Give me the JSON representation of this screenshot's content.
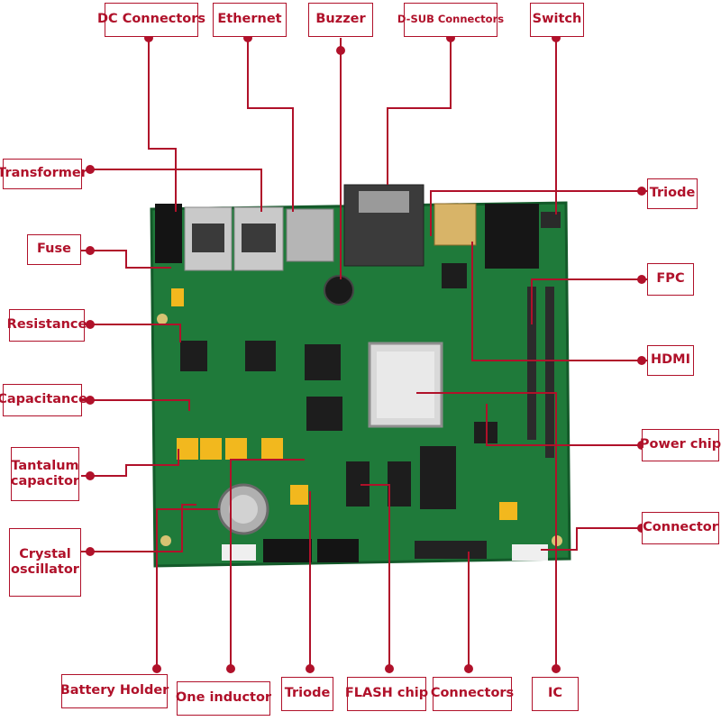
{
  "labels": {
    "dc_connectors": "DC Connectors",
    "ethernet": "Ethernet",
    "buzzer": "Buzzer",
    "dsub_connectors": "D-SUB Connectors",
    "switch": "Switch",
    "transformer": "Transformer",
    "fuse": "Fuse",
    "resistance": "Resistance",
    "capacitance": "Capacitance",
    "tantalum_capacitor": "Tantalum capacitor",
    "crystal_oscillator": "Crystal oscillator",
    "triode_right": "Triode",
    "fpc": "FPC",
    "hdmi": "HDMI",
    "power_chip": "Power chip",
    "connector": "Connector",
    "battery_holder": "Battery Holder",
    "one_inductor": "One inductor",
    "triode_bottom": "Triode",
    "flash_chip": "FLASH chip",
    "connectors": "Connectors",
    "ic": "IC"
  },
  "colors": {
    "accent": "#b0112a",
    "pcb": "#1f7a3a",
    "pcb_dark": "#145a2a"
  }
}
